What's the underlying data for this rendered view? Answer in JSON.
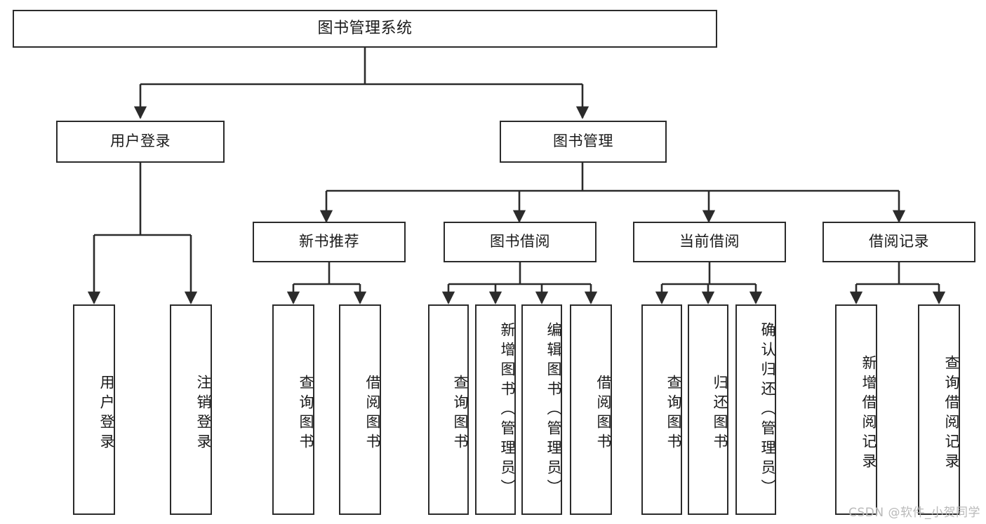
{
  "diagram": {
    "type": "hierarchy-tree",
    "title": "图书管理系统",
    "orientation": "top-down",
    "levels": 4,
    "root": {
      "id": "root",
      "label": "图书管理系统",
      "text_direction": "horizontal"
    },
    "level2": [
      {
        "id": "user-login",
        "label": "用户登录",
        "text_direction": "horizontal"
      },
      {
        "id": "book-manage",
        "label": "图书管理",
        "text_direction": "horizontal"
      }
    ],
    "level3": [
      {
        "id": "new-book-rec",
        "label": "新书推荐",
        "parent": "book-manage",
        "text_direction": "horizontal"
      },
      {
        "id": "book-borrow",
        "label": "图书借阅",
        "parent": "book-manage",
        "text_direction": "horizontal"
      },
      {
        "id": "current-borrow",
        "label": "当前借阅",
        "parent": "book-manage",
        "text_direction": "horizontal"
      },
      {
        "id": "borrow-record",
        "label": "借阅记录",
        "parent": "book-manage",
        "text_direction": "horizontal"
      }
    ],
    "leaves": [
      {
        "id": "leaf-user-login",
        "label": "用户登录",
        "parent": "user-login",
        "text_direction": "vertical"
      },
      {
        "id": "leaf-logout",
        "label": "注销登录",
        "parent": "user-login",
        "text_direction": "vertical"
      },
      {
        "id": "leaf-query-book-1",
        "label": "查询图书",
        "parent": "new-book-rec",
        "text_direction": "vertical"
      },
      {
        "id": "leaf-borrow-book-1",
        "label": "借阅图书",
        "parent": "new-book-rec",
        "text_direction": "vertical"
      },
      {
        "id": "leaf-query-book-2",
        "label": "查询图书",
        "parent": "book-borrow",
        "text_direction": "vertical"
      },
      {
        "id": "leaf-add-book",
        "label": "新增图书（管理员）",
        "parent": "book-borrow",
        "text_direction": "vertical"
      },
      {
        "id": "leaf-edit-book",
        "label": "编辑图书（管理员）",
        "parent": "book-borrow",
        "text_direction": "vertical"
      },
      {
        "id": "leaf-borrow-book-2",
        "label": "借阅图书",
        "parent": "book-borrow",
        "text_direction": "vertical"
      },
      {
        "id": "leaf-query-book-3",
        "label": "查询图书",
        "parent": "current-borrow",
        "text_direction": "vertical"
      },
      {
        "id": "leaf-return-book",
        "label": "归还图书",
        "parent": "current-borrow",
        "text_direction": "vertical"
      },
      {
        "id": "leaf-confirm-return",
        "label": "确认归还（管理员）",
        "parent": "current-borrow",
        "text_direction": "vertical"
      },
      {
        "id": "leaf-add-record",
        "label": "新增借阅记录",
        "parent": "borrow-record",
        "text_direction": "vertical"
      },
      {
        "id": "leaf-query-record",
        "label": "查询借阅记录",
        "parent": "borrow-record",
        "text_direction": "vertical"
      }
    ],
    "colors": {
      "background": "#ffffff",
      "box_fill": "#ffffff",
      "box_stroke": "#2b2b2b",
      "connector": "#2b2b2b",
      "text": "#1a1a1a",
      "watermark": "#b9b9b9"
    }
  },
  "watermark": {
    "text": "CSDN @软件_小贺同学"
  }
}
